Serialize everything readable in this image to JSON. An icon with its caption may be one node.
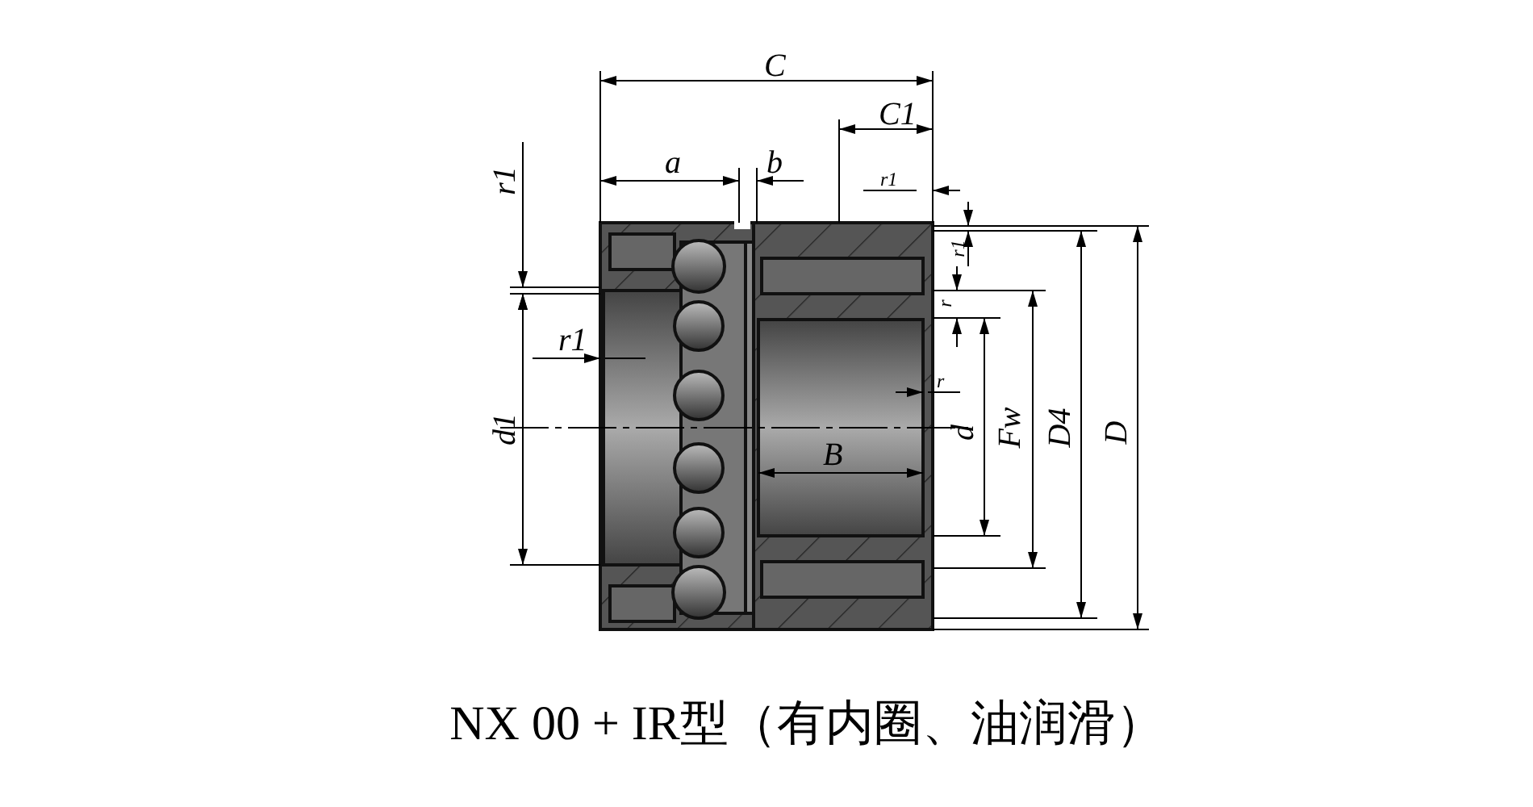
{
  "diagram": {
    "caption": "NX 00 + IR型（有内圈、油润滑）",
    "labels": [
      "C",
      "C1",
      "a",
      "b",
      "r1",
      "r1",
      "r1",
      "r",
      "r1",
      "r",
      "d1",
      "B",
      "d",
      "Fw",
      "D4",
      "D"
    ]
  }
}
